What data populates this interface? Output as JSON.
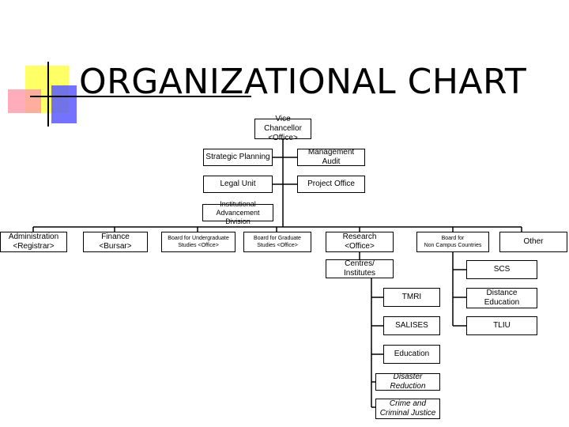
{
  "title": "ORGANIZATIONAL CHART",
  "nodes": {
    "vice_chancellor": "Vice Chancellor\n<Office>",
    "strategic_planning": "Strategic Planning",
    "management_audit": "Management Audit",
    "legal_unit": "Legal Unit",
    "project_office": "Project Office",
    "institutional_advancement": "Institutional\nAdvancement Division",
    "administration": "Administration\n<Registrar>",
    "finance": "Finance\n<Bursar>",
    "board_undergraduate": "Board for Undergraduate\nStudies <Office>",
    "board_graduate": "Board for Graduate\nStudies <Office>",
    "research": "Research\n<Office>",
    "board_non_campus": "Board for\nNon Campus Countries",
    "other": "Other",
    "centres_institutes": "Centres/\nInstitutes",
    "scs": "SCS",
    "tmri": "TMRI",
    "distance_education": "Distance\nEducation",
    "salises": "SALISES",
    "tliu": "TLIU",
    "education": "Education",
    "disaster_reduction": "Disaster Reduction",
    "crime_criminal_justice": "Crime and\nCriminal Justice"
  },
  "colors": {
    "yellow_block": "#ffff66",
    "blue_block": "#6666ff",
    "pink_block": "#ff99aa",
    "line": "#000000"
  }
}
